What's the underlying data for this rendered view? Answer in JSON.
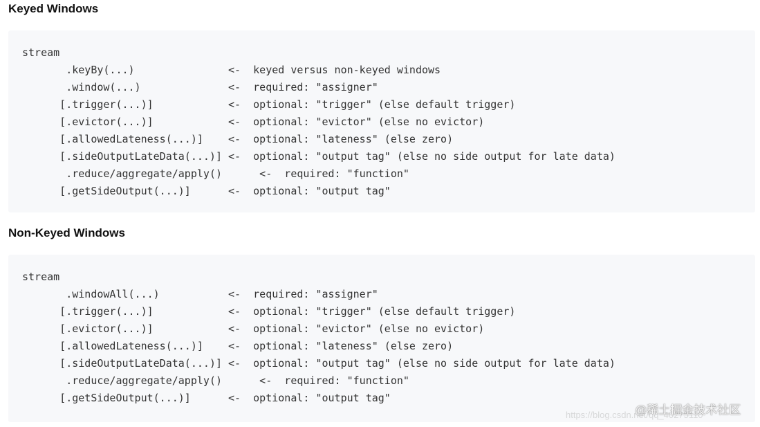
{
  "sections": [
    {
      "title": "Keyed Windows",
      "code_lines": [
        "stream",
        "       .keyBy(...)               <-  keyed versus non-keyed windows",
        "       .window(...)              <-  required: \"assigner\"",
        "      [.trigger(...)]            <-  optional: \"trigger\" (else default trigger)",
        "      [.evictor(...)]            <-  optional: \"evictor\" (else no evictor)",
        "      [.allowedLateness(...)]    <-  optional: \"lateness\" (else zero)",
        "      [.sideOutputLateData(...)] <-  optional: \"output tag\" (else no side output for late data)",
        "       .reduce/aggregate/apply()      <-  required: \"function\"",
        "      [.getSideOutput(...)]      <-  optional: \"output tag\""
      ]
    },
    {
      "title": "Non-Keyed Windows",
      "code_lines": [
        "stream",
        "       .windowAll(...)           <-  required: \"assigner\"",
        "      [.trigger(...)]            <-  optional: \"trigger\" (else default trigger)",
        "      [.evictor(...)]            <-  optional: \"evictor\" (else no evictor)",
        "      [.allowedLateness(...)]    <-  optional: \"lateness\" (else zero)",
        "      [.sideOutputLateData(...)] <-  optional: \"output tag\" (else no side output for late data)",
        "       .reduce/aggregate/apply()      <-  required: \"function\"",
        "      [.getSideOutput(...)]      <-  optional: \"output tag\""
      ]
    }
  ],
  "watermark": {
    "site": "https://blog.csdn.net/qq_40275110",
    "brand": "@稀土掘金技术社区"
  }
}
